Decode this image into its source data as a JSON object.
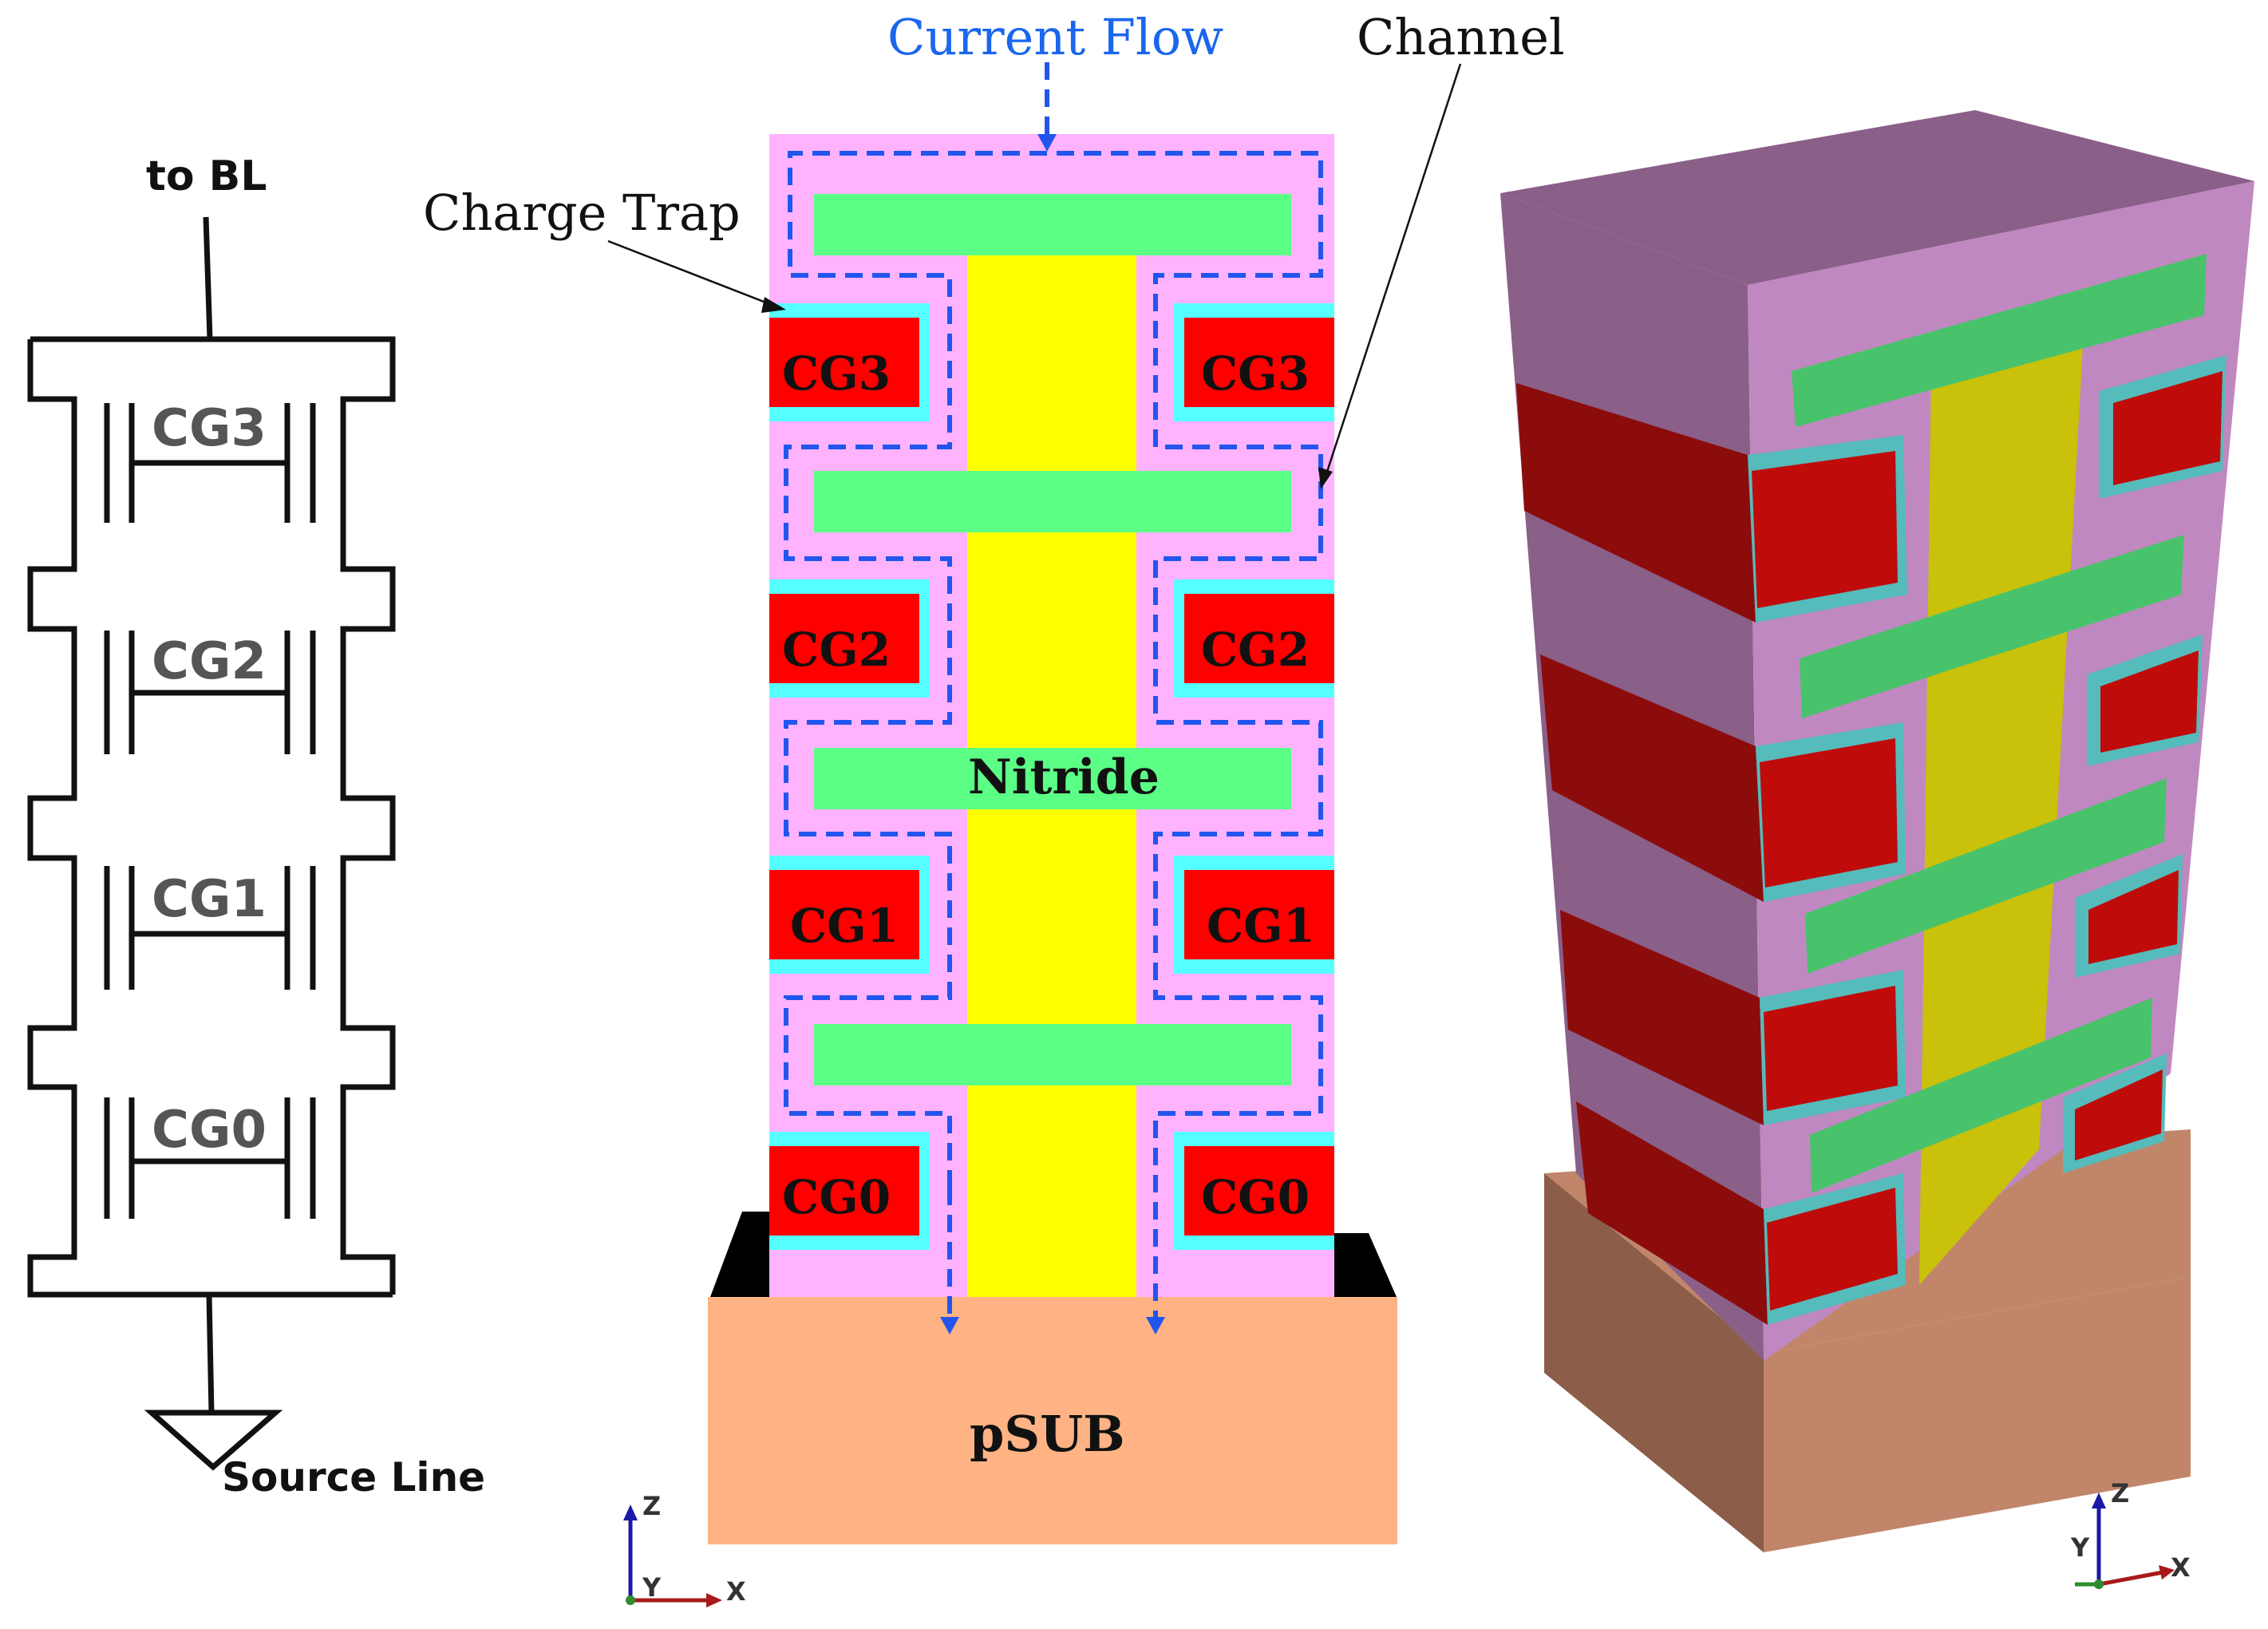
{
  "circuit": {
    "bl_label": "to BL",
    "gates": [
      "CG3",
      "CG2",
      "CG1",
      "CG0"
    ],
    "source_label": "Source Line"
  },
  "cross_section": {
    "current_flow": "Current Flow",
    "channel": "Channel",
    "charge_trap": "Charge Trap",
    "nitride": "Nitride",
    "substrate": "pSUB",
    "gates_left": [
      "CG3",
      "CG2",
      "CG1",
      "CG0"
    ],
    "gates_right": [
      "CG3",
      "CG2",
      "CG1",
      "CG0"
    ]
  },
  "axes": {
    "z": "Z",
    "y": "Y",
    "x": "X"
  },
  "colors": {
    "oxide": "#ffb3ff",
    "nitride": "#5cff85",
    "channel": "#ffff00",
    "gate": "#ff0000",
    "trap_liner": "#55ffff",
    "substrate": "#ffb384",
    "flow": "#2255ee",
    "flow_text": "#1a66ee"
  },
  "icons": [
    "ground-symbol-icon",
    "axis-triad-icon",
    "dashed-arrow-icon"
  ]
}
